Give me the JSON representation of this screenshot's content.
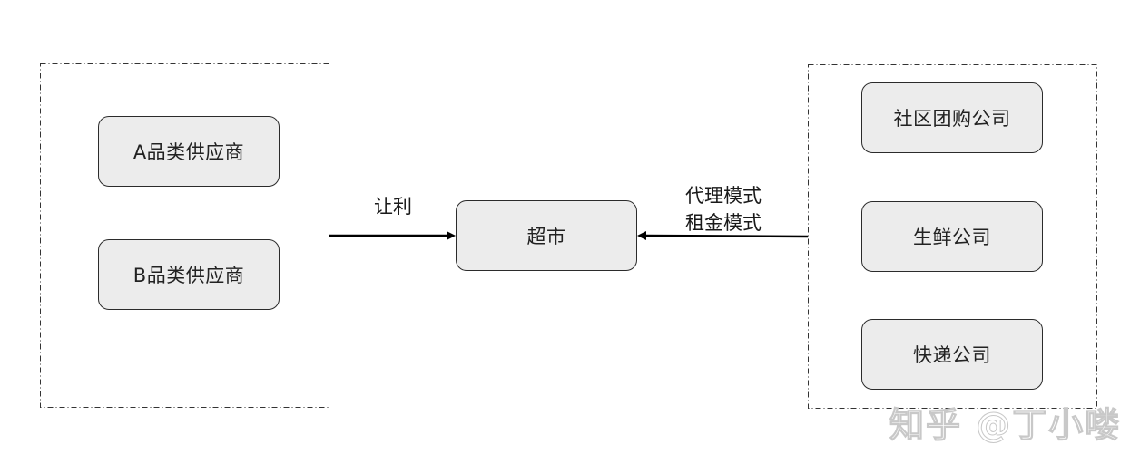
{
  "left_group": {
    "nodes": [
      {
        "label": "A品类供应商"
      },
      {
        "label": "B品类供应商"
      }
    ]
  },
  "center": {
    "label": "超市"
  },
  "right_group": {
    "nodes": [
      {
        "label": "社区团购公司"
      },
      {
        "label": "生鲜公司"
      },
      {
        "label": "快递公司"
      }
    ]
  },
  "edges": {
    "left_label": "让利",
    "right_label_line1": "代理模式",
    "right_label_line2": "租金模式"
  },
  "watermark": "知乎 @丁小喽",
  "colors": {
    "node_fill": "#ececec",
    "node_border": "#2b2b2b",
    "group_border": "#333333",
    "arrow": "#000000"
  }
}
